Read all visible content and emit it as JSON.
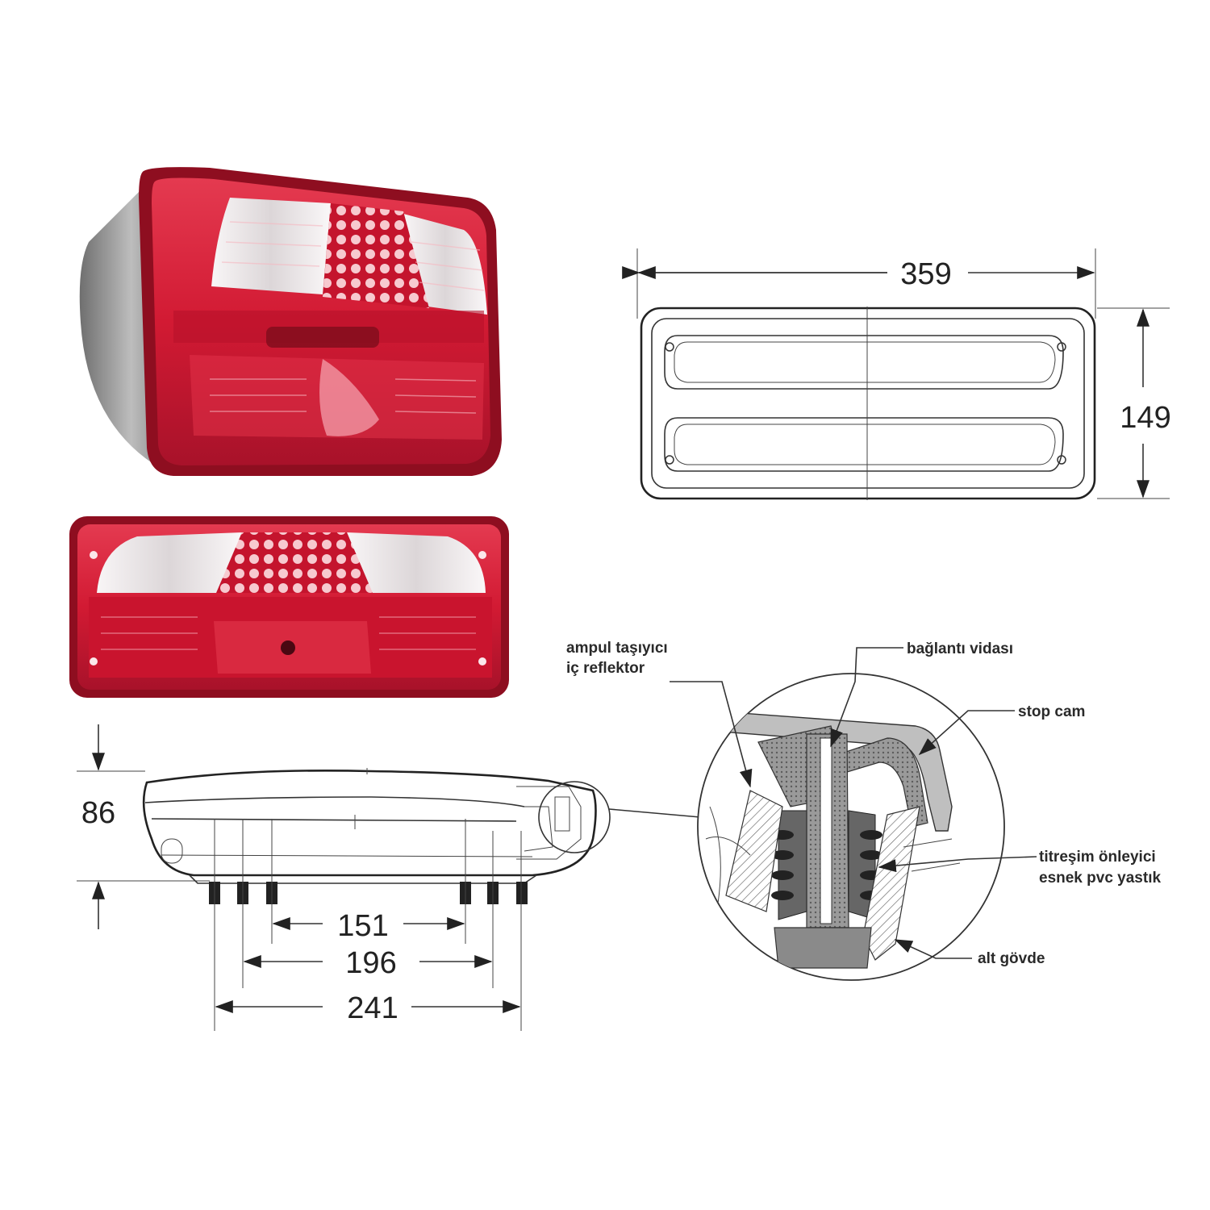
{
  "dimensions": {
    "width": "359",
    "height": "149",
    "depth": "86",
    "spacing_inner": "151",
    "spacing_middle": "196",
    "spacing_outer": "241"
  },
  "callouts": {
    "bulb_carrier_line1": "ampul taşıyıcı",
    "bulb_carrier_line2": "iç reflektor",
    "connection_screw": "bağlantı vidası",
    "stop_lens": "stop cam",
    "anti_vibration_line1": "titreşim önleyici",
    "anti_vibration_line2": "esnek pvc yastık",
    "lower_body": "alt gövde"
  },
  "colors": {
    "lens_red": "#d8203a",
    "lens_dark_red": "#9c0f22",
    "lens_white": "#f3eef0",
    "housing_grey": "#9a9a9a"
  }
}
